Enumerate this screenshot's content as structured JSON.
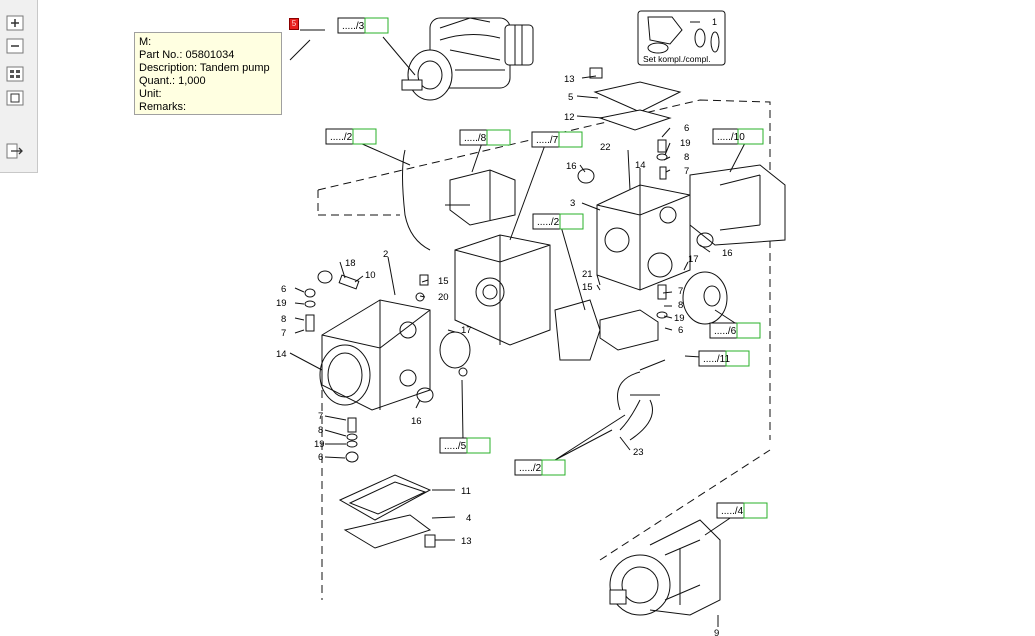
{
  "toolbar": {
    "zoom_in": "zoom-in",
    "zoom_out": "zoom-out",
    "fit_page": "fit-page",
    "actual_size": "actual-size",
    "export": "export"
  },
  "tooltip": {
    "line_m": "M:",
    "line_part": "Part No.: 05801034",
    "line_desc": "Description: Tandem pump",
    "line_qty": "Quant.: 1,000",
    "line_unit": "Unit:",
    "line_remarks": "Remarks:"
  },
  "marker": {
    "label": "5"
  },
  "seal_kit": {
    "label": "Set kompl./compl.",
    "item": "1"
  },
  "references": {
    "r3": "...../3",
    "r2a": "...../2",
    "r8": "...../8",
    "r7": "...../7",
    "r10": "...../10",
    "r2b": "...../2",
    "r6": "...../6",
    "r11": "...../11",
    "r5": "...../5",
    "r2c": "...../2",
    "r4": "...../4"
  },
  "labels": {
    "n13a": "13",
    "n5a": "5",
    "n12": "12",
    "n6a": "6",
    "n19a": "19",
    "n8a": "8",
    "n7a": "7",
    "n22": "22",
    "n14a": "14",
    "n16a": "16",
    "n3": "3",
    "n16b": "16",
    "n17a": "17",
    "n21": "21",
    "n15a": "15",
    "n7b": "7",
    "n8b": "8",
    "n19b": "19",
    "n6b": "6",
    "n18": "18",
    "n10": "10",
    "n2": "2",
    "n15b": "15",
    "n20": "20",
    "n6c": "6",
    "n19c": "19",
    "n8c": "8",
    "n7c": "7",
    "n14b": "14",
    "n17b": "17",
    "n16c": "16",
    "n7d": "7",
    "n8d": "8",
    "n19d": "19",
    "n6d": "6",
    "n11": "11",
    "n4": "4",
    "n13b": "13",
    "n23": "23",
    "n9": "9"
  }
}
